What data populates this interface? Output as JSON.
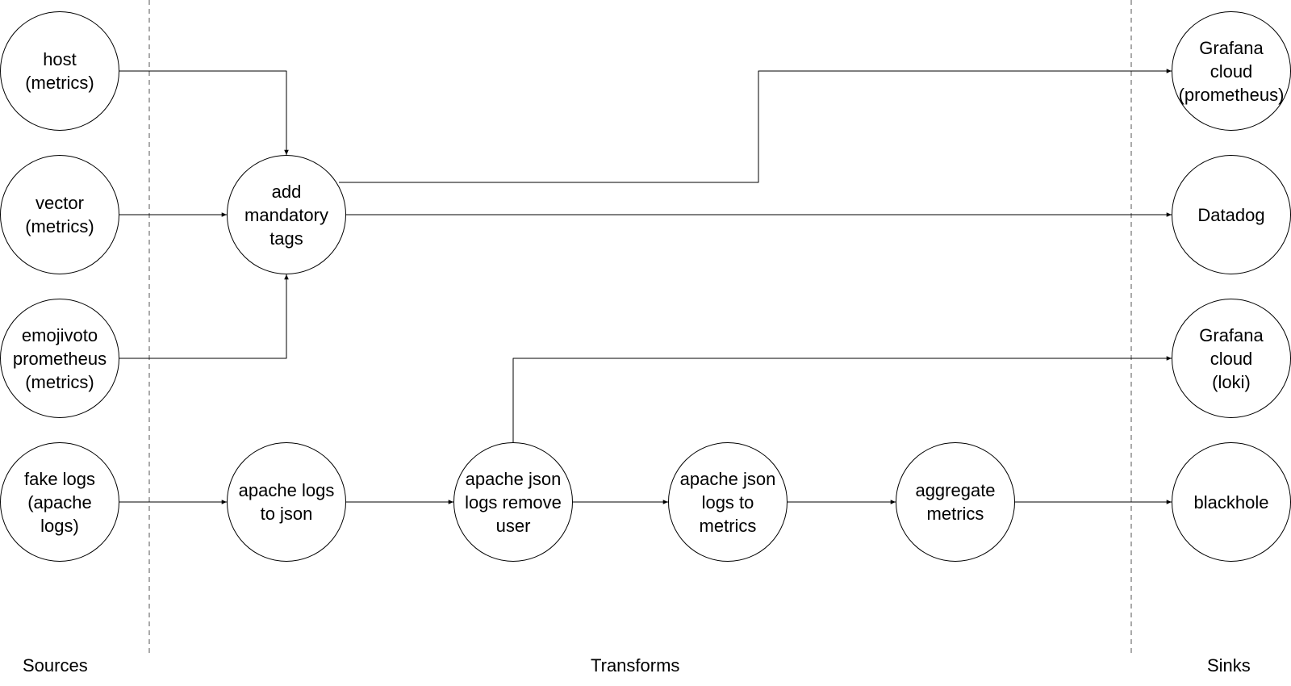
{
  "sections": {
    "sources": "Sources",
    "transforms": "Transforms",
    "sinks": "Sinks"
  },
  "nodes": {
    "host": "host\n(metrics)",
    "vector": "vector\n(metrics)",
    "emojivoto": "emojivoto\nprometheus\n(metrics)",
    "fake_logs": "fake logs\n(apache\nlogs)",
    "add_tags": "add\nmandatory\ntags",
    "apache_to_json": "apache logs\nto json",
    "remove_user": "apache json\nlogs remove\nuser",
    "logs_to_metrics": "apache json\nlogs to\nmetrics",
    "aggregate": "aggregate\nmetrics",
    "grafana_prom": "Grafana\ncloud\n(prometheus)",
    "datadog": "Datadog",
    "grafana_loki": "Grafana\ncloud\n(loki)",
    "blackhole": "blackhole"
  },
  "edges": [
    [
      "host",
      "add_tags"
    ],
    [
      "vector",
      "add_tags"
    ],
    [
      "emojivoto",
      "add_tags"
    ],
    [
      "add_tags",
      "grafana_prom"
    ],
    [
      "add_tags",
      "datadog"
    ],
    [
      "fake_logs",
      "apache_to_json"
    ],
    [
      "apache_to_json",
      "remove_user"
    ],
    [
      "remove_user",
      "grafana_loki"
    ],
    [
      "remove_user",
      "logs_to_metrics"
    ],
    [
      "logs_to_metrics",
      "aggregate"
    ],
    [
      "aggregate",
      "blackhole"
    ]
  ]
}
